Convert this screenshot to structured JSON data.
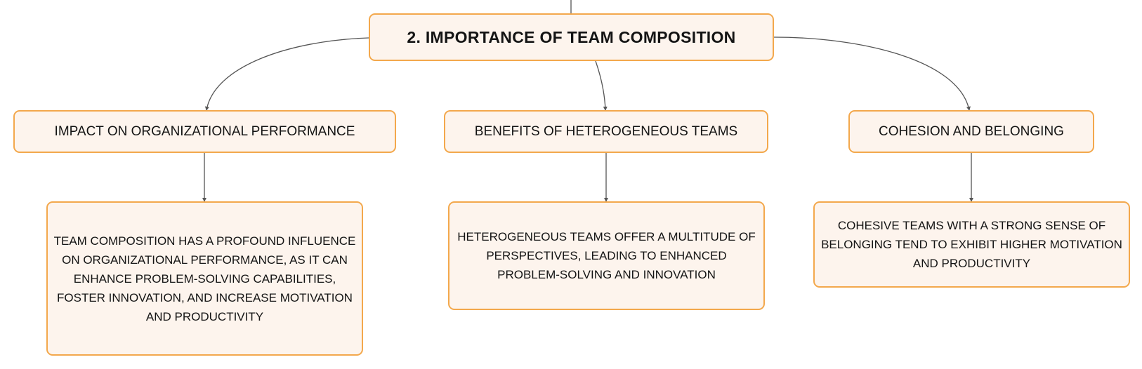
{
  "diagram": {
    "root": {
      "label": "2. IMPORTANCE OF TEAM COMPOSITION"
    },
    "branches": [
      {
        "label": "IMPACT ON ORGANIZATIONAL PERFORMANCE",
        "detail": "TEAM COMPOSITION HAS A PROFOUND INFLUENCE ON ORGANIZATIONAL PERFORMANCE, AS IT CAN ENHANCE PROBLEM-SOLVING CAPABILITIES, FOSTER INNOVATION, AND INCREASE MOTIVATION AND PRODUCTIVITY"
      },
      {
        "label": "BENEFITS OF HETEROGENEOUS TEAMS",
        "detail": "HETEROGENEOUS TEAMS OFFER A MULTITUDE OF PERSPECTIVES, LEADING TO ENHANCED PROBLEM-SOLVING AND INNOVATION"
      },
      {
        "label": "COHESION AND BELONGING",
        "detail": "COHESIVE TEAMS WITH A STRONG SENSE OF BELONGING TEND TO EXHIBIT HIGHER MOTIVATION AND PRODUCTIVITY"
      }
    ]
  },
  "colors": {
    "node_fill": "#fdf4ed",
    "node_border": "#f3a84c",
    "connector": "#555555",
    "text": "#141414"
  }
}
